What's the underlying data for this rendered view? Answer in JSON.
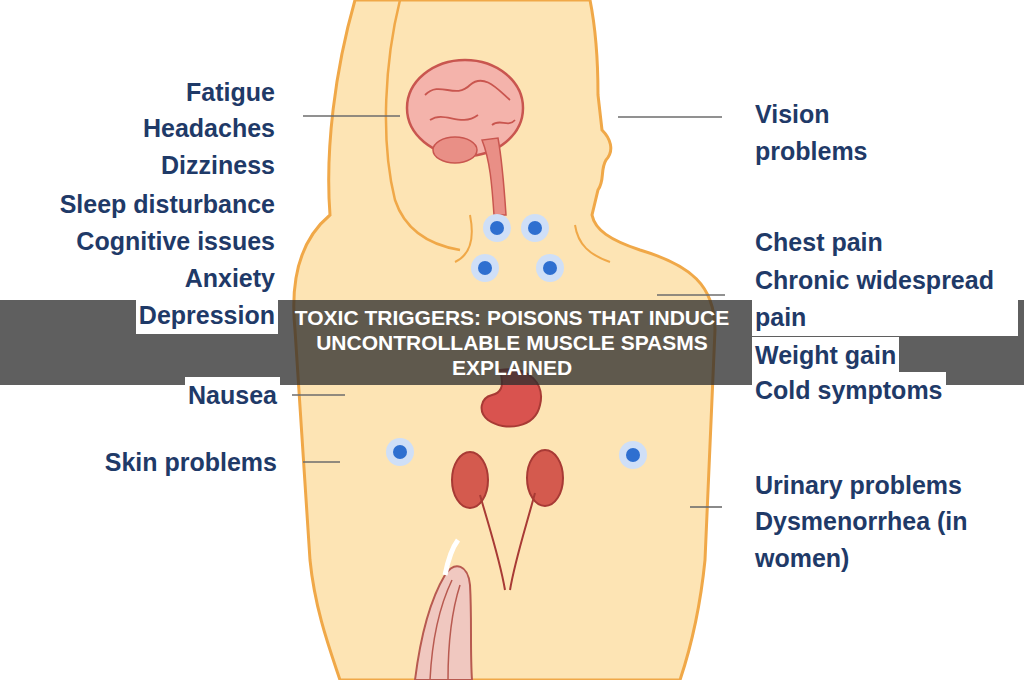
{
  "diagram": {
    "title": "TOXIC TRIGGERS: POISONS THAT INDUCE UNCONTROLLABLE MUSCLE SPASMS EXPLAINED",
    "labels": [
      "Fatigue",
      "Headaches",
      "Dizziness",
      "Sleep disturbance",
      "Cognitive issues",
      "Anxiety",
      "Depression",
      "Nausea",
      "Skin problems",
      "Vision problems",
      "Chest pain",
      "Chronic widespread pain",
      "Weight gain",
      "Cold symptoms",
      "Urinary problems",
      "Dysmenorrhea (in women)"
    ]
  }
}
